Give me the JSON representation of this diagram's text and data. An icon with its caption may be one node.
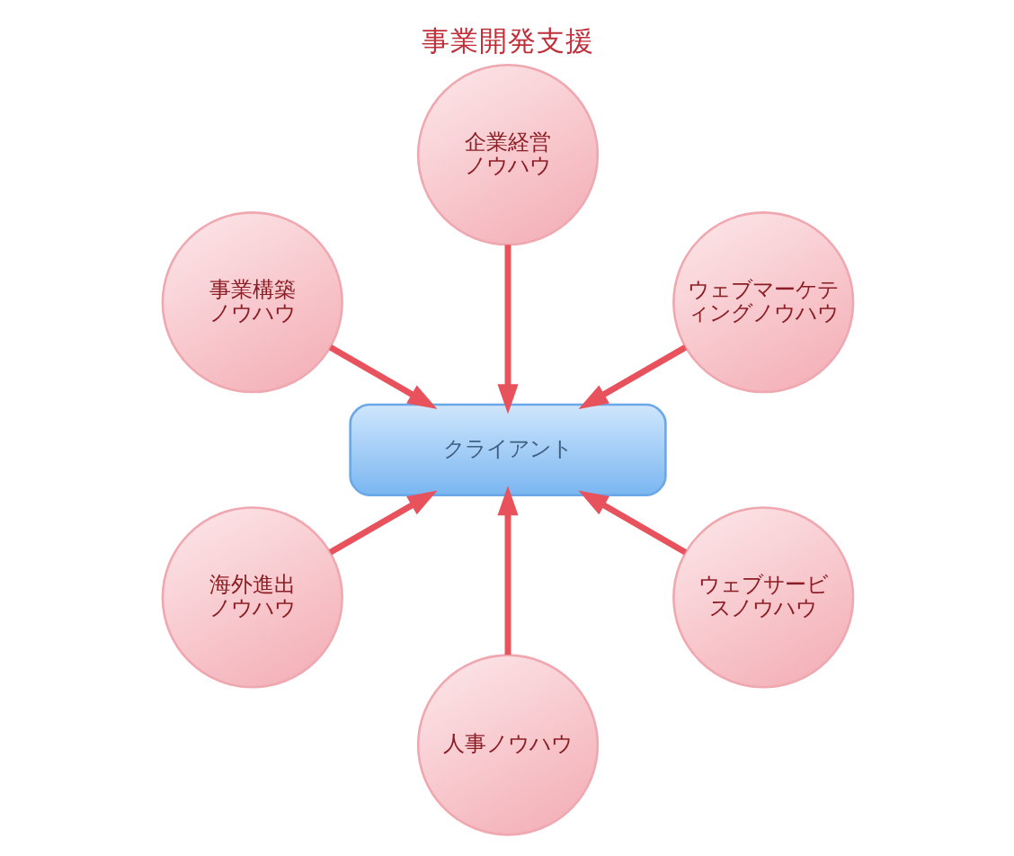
{
  "diagram": {
    "title": "事業開発支援",
    "nodes": [
      {
        "text": [
          "企業経営ノウハウ"
        ]
      },
      {
        "text": [
          "ウェブマーケティングノウハウ"
        ]
      },
      {
        "text": [
          "事業構築ノウハウ"
        ]
      },
      {
        "text": [
          "クライアント"
        ]
      },
      {
        "text": [
          "ウェブサービスノウハウ"
        ]
      },
      {
        "text": [
          "海外進出ノウハウ"
        ]
      },
      {
        "text": [
          "人事ノウハウ"
        ]
      }
    ],
    "edges": [
      {
        "from": 0,
        "to": 3,
        "arrow": "to"
      },
      {
        "from": 1,
        "to": 3,
        "arrow": "to"
      },
      {
        "from": 2,
        "to": 3,
        "arrow": "to"
      },
      {
        "from": 4,
        "to": 3,
        "arrow": "to"
      },
      {
        "from": 5,
        "to": 3,
        "arrow": "to"
      },
      {
        "from": 6,
        "to": 3,
        "arrow": "to"
      }
    ]
  }
}
